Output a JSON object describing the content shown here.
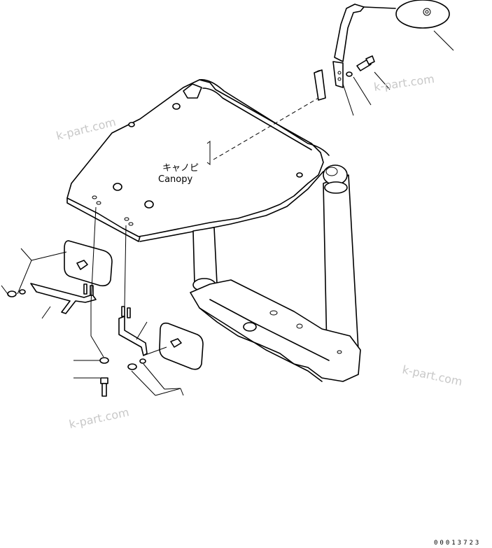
{
  "labels": {
    "canopy_jp": "キャノピ",
    "canopy_en": "Canopy"
  },
  "watermarks": [
    "k-part.com",
    "k-part.com",
    "k-part.com",
    "k-part.com"
  ],
  "drawing_number": "00013723"
}
